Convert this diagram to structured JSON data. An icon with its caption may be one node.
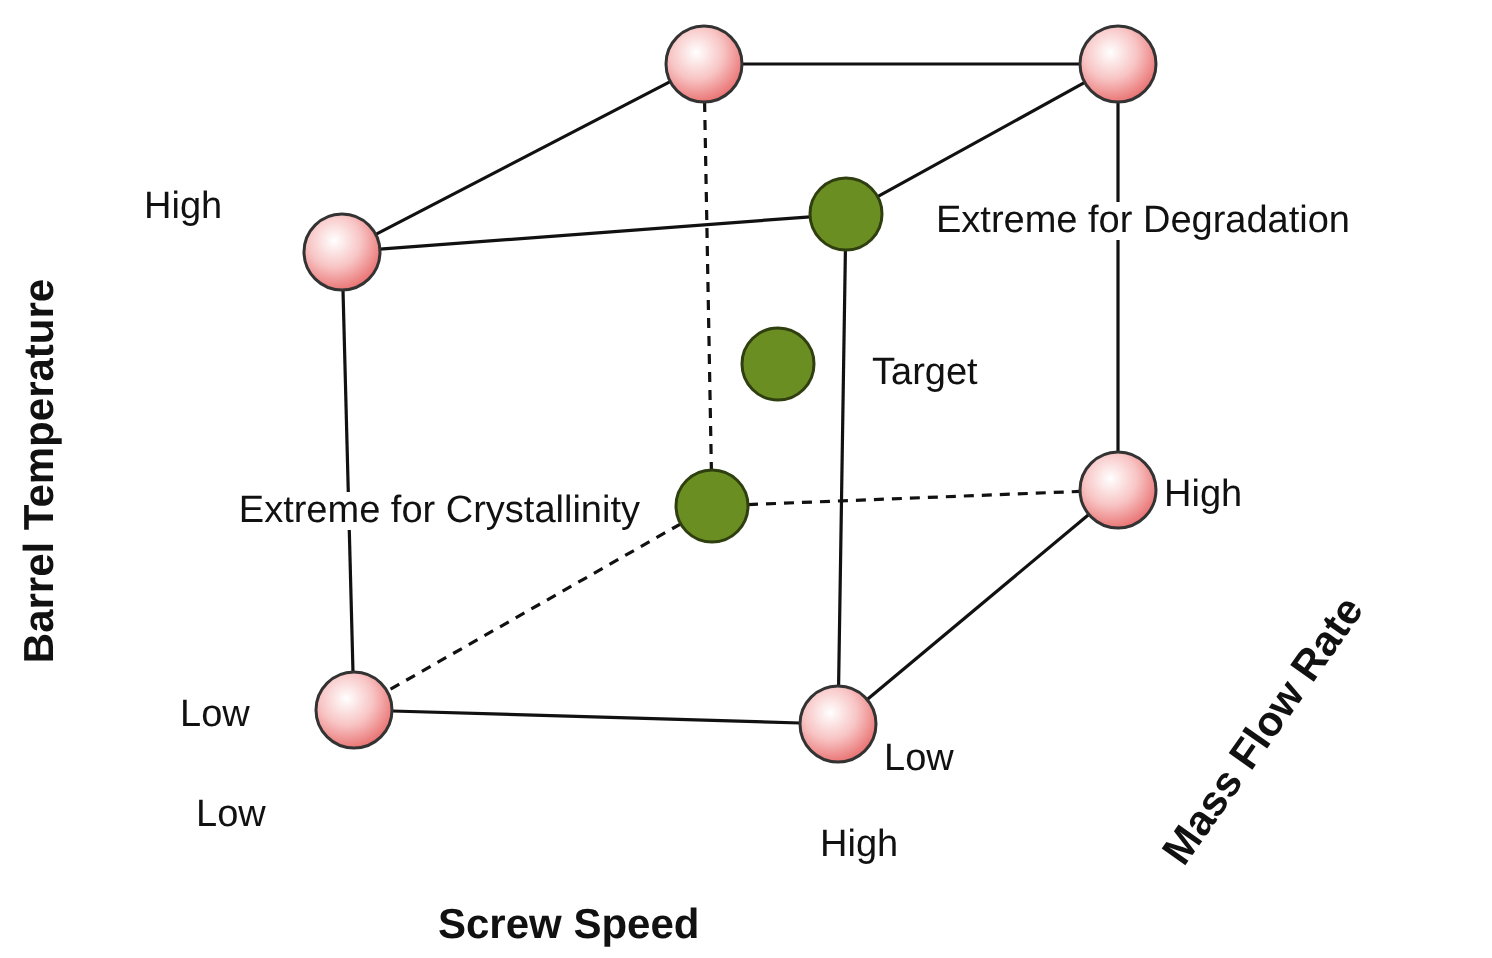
{
  "diagram": {
    "nodes": [
      {
        "text": [],
        "shape": "circle"
      },
      {
        "text": [],
        "shape": "circle"
      },
      {
        "text": [],
        "shape": "circle"
      },
      {
        "text": [],
        "shape": "circle",
        "beside": [
          "Extreme for Degradation"
        ]
      },
      {
        "text": [],
        "shape": "circle",
        "beside": [
          "Target"
        ]
      },
      {
        "text": [],
        "shape": "circle",
        "beside": [
          "Extreme for Crystallinity"
        ]
      },
      {
        "text": [],
        "shape": "circle",
        "beside": [
          "High"
        ]
      },
      {
        "text": [],
        "shape": "circle"
      },
      {
        "text": [],
        "shape": "circle",
        "beside": [
          "Low"
        ]
      }
    ],
    "edges": [
      {
        "from": 0,
        "to": 1,
        "arrow": "none"
      },
      {
        "from": 0,
        "to": 2,
        "arrow": "none"
      },
      {
        "from": 0,
        "to": 5,
        "arrow": "none",
        "style": "dashed"
      },
      {
        "from": 1,
        "to": 3,
        "arrow": "none"
      },
      {
        "from": 1,
        "to": 6,
        "arrow": "none"
      },
      {
        "from": 2,
        "to": 3,
        "arrow": "none"
      },
      {
        "from": 2,
        "to": 7,
        "arrow": "none"
      },
      {
        "from": 3,
        "to": 8,
        "arrow": "none"
      },
      {
        "from": 5,
        "to": 6,
        "arrow": "none",
        "style": "dashed"
      },
      {
        "from": 5,
        "to": 7,
        "arrow": "none",
        "style": "dashed"
      },
      {
        "from": 7,
        "to": 8,
        "arrow": "none"
      },
      {
        "from": 8,
        "to": 6,
        "arrow": "none"
      }
    ],
    "labels": [
      "High",
      "Barrel Temperature",
      "Low",
      "Low",
      "Mass Flow Rate",
      "High",
      "Screw Speed"
    ]
  }
}
